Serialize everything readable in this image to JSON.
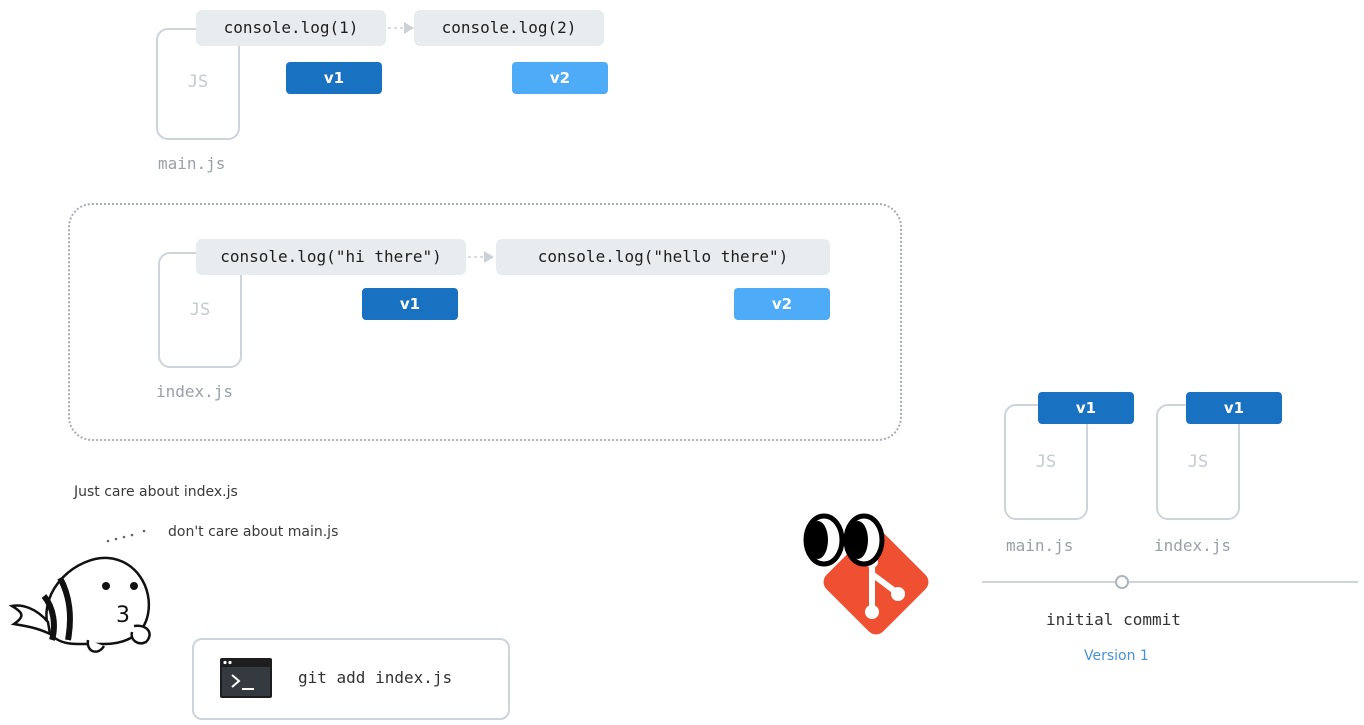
{
  "main_js_row": {
    "code_v1": "console.log(1)",
    "code_v2": "console.log(2)",
    "tag_v1": "v1",
    "tag_v2": "v2",
    "file_label": "JS",
    "filename": "main.js"
  },
  "index_js_row": {
    "code_v1": "console.log(\"hi there\")",
    "code_v2": "console.log(\"hello there\")",
    "tag_v1": "v1",
    "tag_v2": "v2",
    "file_label": "JS",
    "filename": "index.js"
  },
  "notes": {
    "care_index": "Just care about index.js",
    "dont_care_main": "don't care about main.js"
  },
  "terminal": {
    "command": "git add index.js",
    "icon": "terminal-icon"
  },
  "commit": {
    "files": [
      {
        "tag": "v1",
        "label": "JS",
        "filename": "main.js"
      },
      {
        "tag": "v1",
        "label": "JS",
        "filename": "index.js"
      }
    ],
    "title": "initial commit",
    "version": "Version 1"
  },
  "colors": {
    "tag_dark": "#1971c2",
    "tag_light": "#4dabf7",
    "git_logo": "#f05032",
    "version_text": "#4a90d9"
  },
  "icons": [
    "seal-mascot-icon",
    "git-logo-icon",
    "eyes-icon",
    "terminal-icon"
  ]
}
